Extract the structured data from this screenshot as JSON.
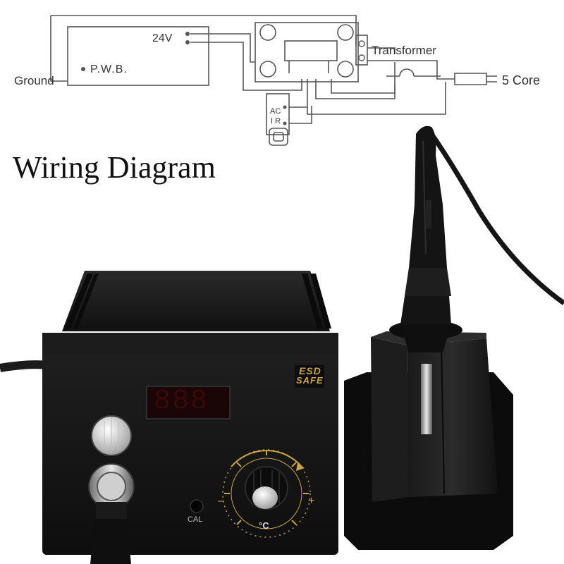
{
  "heading": "Wiring Diagram",
  "diagram": {
    "labels": {
      "voltage": "24V",
      "pwb": "P.W.B.",
      "ground": "Ground",
      "transformer": "Transformer",
      "core": "5 Core",
      "ac": "AC",
      "ir": "I R"
    }
  },
  "station": {
    "brand_line1": "ESD",
    "brand_line2": "SAFE",
    "display": "888",
    "cal_label": "CAL",
    "unit_label": "°C",
    "minus": "–",
    "plus": "+"
  },
  "colors": {
    "line": "#555555",
    "body": "#141414",
    "gold": "#c9a24a",
    "display_red": "#3a0808"
  }
}
